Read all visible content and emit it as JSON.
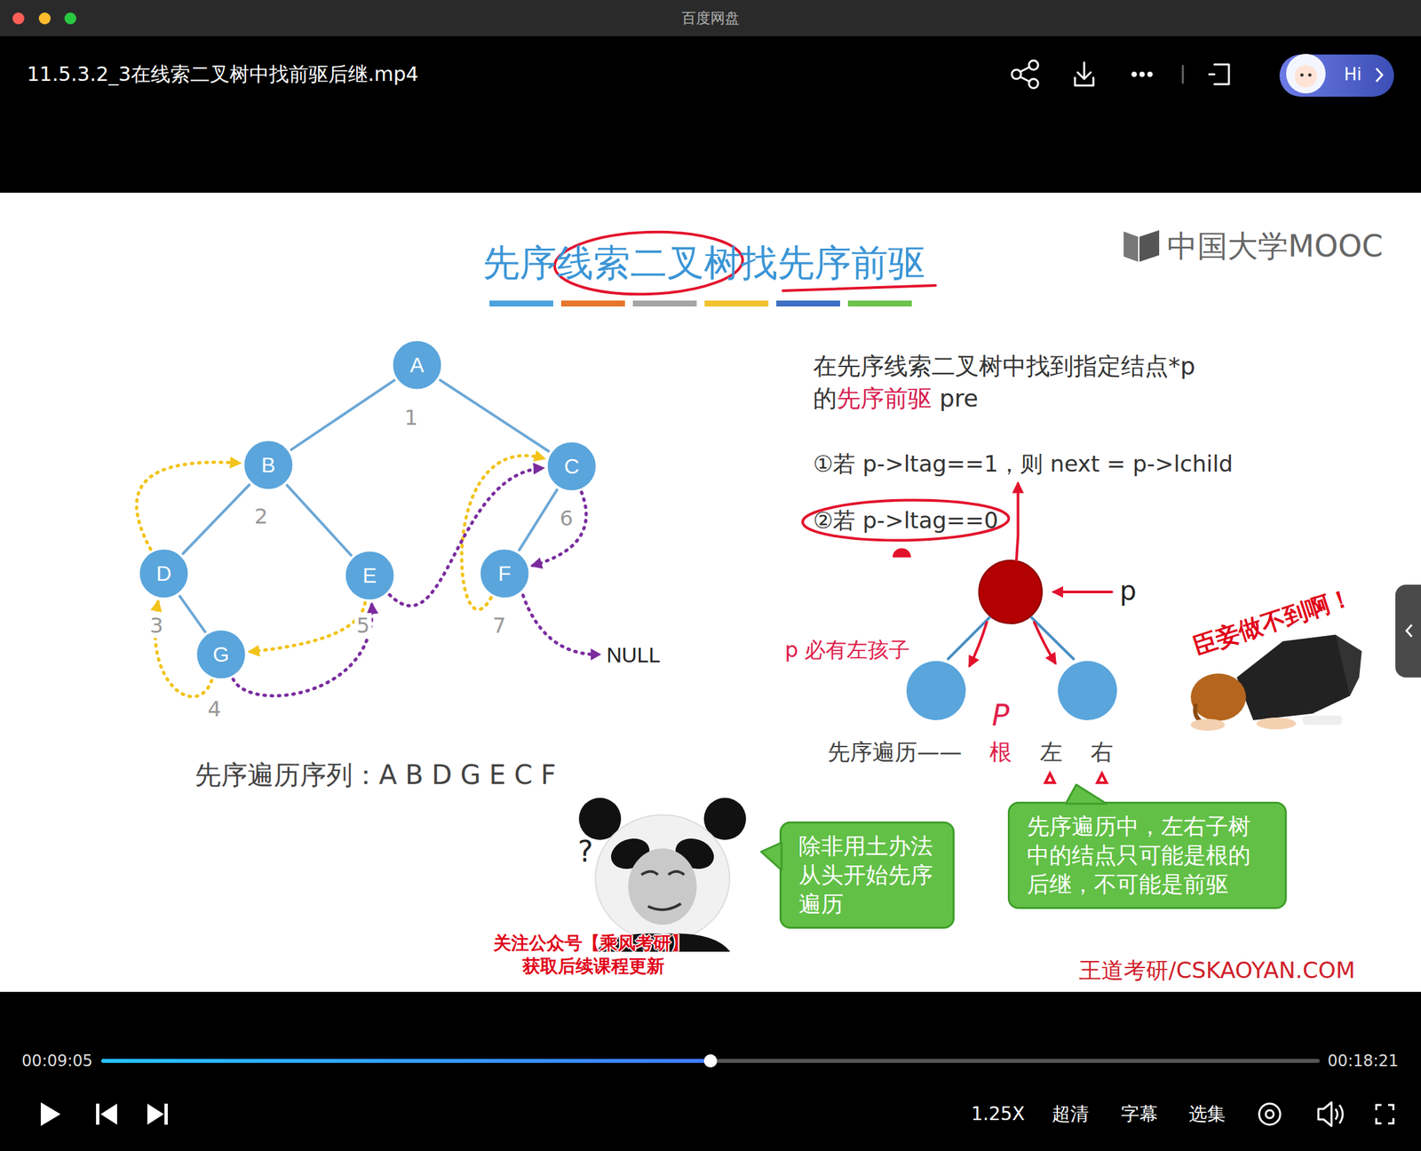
{
  "diagram": {
    "title": "先序线索二叉树找先序前驱",
    "nodes": [
      {
        "text": [
          "A"
        ]
      },
      {
        "text": [
          "B"
        ]
      },
      {
        "text": [
          "C"
        ]
      },
      {
        "text": [
          "D"
        ]
      },
      {
        "text": [
          "E"
        ]
      },
      {
        "text": [
          "F"
        ]
      },
      {
        "text": [
          "G"
        ]
      },
      {
        "text": [
          "先序遍历中，左右子树 中的结点只可能是根的 后继，不可能是前驱"
        ]
      },
      {
        "text": [
          "除非用土办法 从头开始先序 遍历"
        ]
      }
    ],
    "edges": [
      {
        "from": 0,
        "to": 1,
        "arrow": "none"
      },
      {
        "from": 0,
        "to": 2,
        "arrow": "none"
      },
      {
        "from": 1,
        "to": 3,
        "arrow": "none"
      },
      {
        "from": 1,
        "to": 4,
        "arrow": "none"
      },
      {
        "from": 2,
        "to": 5,
        "arrow": "none"
      },
      {
        "from": 3,
        "to": 6,
        "arrow": "none"
      },
      {
        "from": 3,
        "to": 1,
        "arrow": "to"
      },
      {
        "from": 6,
        "to": 3,
        "arrow": "to"
      },
      {
        "from": 4,
        "to": 6,
        "arrow": "to"
      },
      {
        "from": 5,
        "to": 2,
        "arrow": "to"
      },
      {
        "from": 6,
        "to": 4,
        "arrow": "to"
      },
      {
        "from": 4,
        "to": 2,
        "arrow": "to"
      },
      {
        "from": 2,
        "to": 5,
        "arrow": "to"
      }
    ],
    "labels": [
      "百度网盘",
      "11.5.3.2_3在线索二叉树中找前驱后继.mp4",
      "Hi",
      "中国大学MOOC",
      "1",
      "2",
      "6",
      "3",
      "5",
      "7",
      "4",
      "NULL",
      "先序遍历序列：A B D G E C F",
      "在先序线索二叉树中找到指定结点*p",
      "的",
      "先序前驱",
      "pre",
      "①若 p->ltag==1，则 next = p->lchild",
      "②若 p->ltag==0",
      "p",
      "p 必有左孩子",
      "P",
      "先序遍历——",
      "根",
      "左",
      "右",
      "臣妾做不到啊！",
      "?",
      "关注公众号【乘风考研】",
      "获取后续课程更新",
      "王道考研/CSKAOYAN.COM",
      "00:09:05",
      "00:18:21",
      "1.25X",
      "超清",
      "字幕",
      "选集"
    ]
  }
}
